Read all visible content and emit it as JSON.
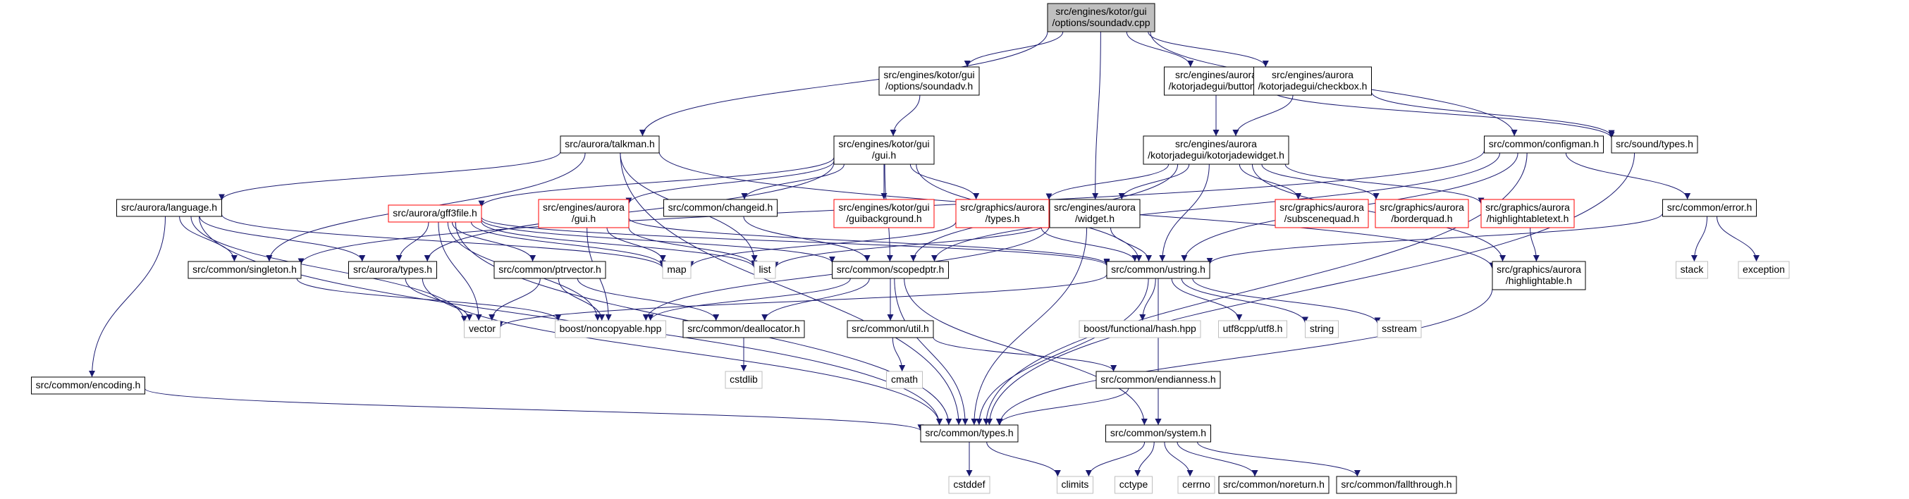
{
  "colors": {
    "edge": "#191970",
    "root_fill": "#bfbfbf",
    "border_normal": "#000000",
    "border_incomplete": "#ff0000",
    "border_external": "#bfbfbf"
  },
  "nodes": [
    {
      "id": "soundadv_cpp",
      "lines": [
        "src/engines/kotor/gui",
        "/options/soundadv.cpp"
      ],
      "kind": "root"
    },
    {
      "id": "soundadv_h",
      "lines": [
        "src/engines/kotor/gui",
        "/options/soundadv.h"
      ],
      "kind": "normal"
    },
    {
      "id": "button_h",
      "lines": [
        "src/engines/aurora",
        "/kotorjadegui/button.h"
      ],
      "kind": "normal"
    },
    {
      "id": "checkbox_h",
      "lines": [
        "src/engines/aurora",
        "/kotorjadegui/checkbox.h"
      ],
      "kind": "normal"
    },
    {
      "id": "talkman_h",
      "lines": [
        "src/aurora/talkman.h"
      ],
      "kind": "normal"
    },
    {
      "id": "kotor_gui_h",
      "lines": [
        "src/engines/kotor/gui",
        "/gui.h"
      ],
      "kind": "normal"
    },
    {
      "id": "kotorjadewidget_h",
      "lines": [
        "src/engines/aurora",
        "/kotorjadegui/kotorjadewidget.h"
      ],
      "kind": "normal"
    },
    {
      "id": "configman_h",
      "lines": [
        "src/common/configman.h"
      ],
      "kind": "normal"
    },
    {
      "id": "sound_types_h",
      "lines": [
        "src/sound/types.h"
      ],
      "kind": "normal"
    },
    {
      "id": "language_h",
      "lines": [
        "src/aurora/language.h"
      ],
      "kind": "normal"
    },
    {
      "id": "gff3file_h",
      "lines": [
        "src/aurora/gff3file.h"
      ],
      "kind": "incomplete"
    },
    {
      "id": "aurora_gui_h",
      "lines": [
        "src/engines/aurora",
        "/gui.h"
      ],
      "kind": "incomplete"
    },
    {
      "id": "changeid_h",
      "lines": [
        "src/common/changeid.h"
      ],
      "kind": "normal"
    },
    {
      "id": "guibackground_h",
      "lines": [
        "src/engines/kotor/gui",
        "/guibackground.h"
      ],
      "kind": "incomplete"
    },
    {
      "id": "graphics_types_h",
      "lines": [
        "src/graphics/aurora",
        "/types.h"
      ],
      "kind": "incomplete"
    },
    {
      "id": "widget_h",
      "lines": [
        "src/engines/aurora",
        "/widget.h"
      ],
      "kind": "normal"
    },
    {
      "id": "subscenequad_h",
      "lines": [
        "src/graphics/aurora",
        "/subscenequad.h"
      ],
      "kind": "incomplete"
    },
    {
      "id": "borderquad_h",
      "lines": [
        "src/graphics/aurora",
        "/borderquad.h"
      ],
      "kind": "incomplete"
    },
    {
      "id": "highlightabletext_h",
      "lines": [
        "src/graphics/aurora",
        "/highlightabletext.h"
      ],
      "kind": "incomplete"
    },
    {
      "id": "error_h",
      "lines": [
        "src/common/error.h"
      ],
      "kind": "normal"
    },
    {
      "id": "singleton_h",
      "lines": [
        "src/common/singleton.h"
      ],
      "kind": "normal"
    },
    {
      "id": "aurora_types_h",
      "lines": [
        "src/aurora/types.h"
      ],
      "kind": "normal"
    },
    {
      "id": "map",
      "lines": [
        "map"
      ],
      "kind": "external"
    },
    {
      "id": "list",
      "lines": [
        "list"
      ],
      "kind": "external"
    },
    {
      "id": "ptrvector_h",
      "lines": [
        "src/common/ptrvector.h"
      ],
      "kind": "normal"
    },
    {
      "id": "scopedptr_h",
      "lines": [
        "src/common/scopedptr.h"
      ],
      "kind": "normal"
    },
    {
      "id": "ustring_h",
      "lines": [
        "src/common/ustring.h"
      ],
      "kind": "normal"
    },
    {
      "id": "highlightable_h",
      "lines": [
        "src/graphics/aurora",
        "/highlightable.h"
      ],
      "kind": "normal"
    },
    {
      "id": "stack",
      "lines": [
        "stack"
      ],
      "kind": "external"
    },
    {
      "id": "exception",
      "lines": [
        "exception"
      ],
      "kind": "external"
    },
    {
      "id": "vector",
      "lines": [
        "vector"
      ],
      "kind": "external"
    },
    {
      "id": "noncopyable_hpp",
      "lines": [
        "boost/noncopyable.hpp"
      ],
      "kind": "external"
    },
    {
      "id": "deallocator_h",
      "lines": [
        "src/common/deallocator.h"
      ],
      "kind": "normal"
    },
    {
      "id": "util_h",
      "lines": [
        "src/common/util.h"
      ],
      "kind": "normal"
    },
    {
      "id": "hash_hpp",
      "lines": [
        "boost/functional/hash.hpp"
      ],
      "kind": "external"
    },
    {
      "id": "utf8_h",
      "lines": [
        "utf8cpp/utf8.h"
      ],
      "kind": "external"
    },
    {
      "id": "string",
      "lines": [
        "string"
      ],
      "kind": "external"
    },
    {
      "id": "sstream",
      "lines": [
        "sstream"
      ],
      "kind": "external"
    },
    {
      "id": "encoding_h",
      "lines": [
        "src/common/encoding.h"
      ],
      "kind": "normal"
    },
    {
      "id": "cstdlib",
      "lines": [
        "cstdlib"
      ],
      "kind": "external"
    },
    {
      "id": "cmath",
      "lines": [
        "cmath"
      ],
      "kind": "external"
    },
    {
      "id": "endianness_h",
      "lines": [
        "src/common/endianness.h"
      ],
      "kind": "normal"
    },
    {
      "id": "common_types_h",
      "lines": [
        "src/common/types.h"
      ],
      "kind": "normal"
    },
    {
      "id": "system_h",
      "lines": [
        "src/common/system.h"
      ],
      "kind": "normal"
    },
    {
      "id": "cstddef",
      "lines": [
        "cstddef"
      ],
      "kind": "external"
    },
    {
      "id": "climits",
      "lines": [
        "climits"
      ],
      "kind": "external"
    },
    {
      "id": "cctype",
      "lines": [
        "cctype"
      ],
      "kind": "external"
    },
    {
      "id": "cerrno",
      "lines": [
        "cerrno"
      ],
      "kind": "external"
    },
    {
      "id": "noreturn_h",
      "lines": [
        "src/common/noreturn.h"
      ],
      "kind": "normal"
    },
    {
      "id": "fallthrough_h",
      "lines": [
        "src/common/fallthrough.h"
      ],
      "kind": "normal"
    }
  ],
  "edges": [
    [
      "soundadv_cpp",
      "soundadv_h"
    ],
    [
      "soundadv_cpp",
      "talkman_h"
    ],
    [
      "soundadv_cpp",
      "button_h"
    ],
    [
      "soundadv_cpp",
      "checkbox_h"
    ],
    [
      "soundadv_cpp",
      "configman_h"
    ],
    [
      "soundadv_cpp",
      "widget_h"
    ],
    [
      "soundadv_h",
      "kotor_gui_h"
    ],
    [
      "button_h",
      "kotorjadewidget_h"
    ],
    [
      "button_h",
      "sound_types_h"
    ],
    [
      "checkbox_h",
      "kotorjadewidget_h"
    ],
    [
      "checkbox_h",
      "sound_types_h"
    ],
    [
      "talkman_h",
      "language_h"
    ],
    [
      "talkman_h",
      "singleton_h"
    ],
    [
      "talkman_h",
      "list"
    ],
    [
      "talkman_h",
      "common_types_h"
    ],
    [
      "talkman_h",
      "highlightable_h"
    ],
    [
      "kotor_gui_h",
      "gff3file_h"
    ],
    [
      "kotor_gui_h",
      "aurora_gui_h"
    ],
    [
      "kotor_gui_h",
      "changeid_h"
    ],
    [
      "kotor_gui_h",
      "guibackground_h"
    ],
    [
      "kotor_gui_h",
      "graphics_types_h"
    ],
    [
      "kotor_gui_h",
      "scopedptr_h"
    ],
    [
      "kotor_gui_h",
      "ustring_h"
    ],
    [
      "kotor_gui_h",
      "aurora_types_h"
    ],
    [
      "kotorjadewidget_h",
      "graphics_types_h"
    ],
    [
      "kotorjadewidget_h",
      "widget_h"
    ],
    [
      "kotorjadewidget_h",
      "subscenequad_h"
    ],
    [
      "kotorjadewidget_h",
      "borderquad_h"
    ],
    [
      "kotorjadewidget_h",
      "highlightabletext_h"
    ],
    [
      "kotorjadewidget_h",
      "highlightable_h"
    ],
    [
      "kotorjadewidget_h",
      "scopedptr_h"
    ],
    [
      "kotorjadewidget_h",
      "ustring_h"
    ],
    [
      "configman_h",
      "error_h"
    ],
    [
      "configman_h",
      "singleton_h"
    ],
    [
      "configman_h",
      "scopedptr_h"
    ],
    [
      "configman_h",
      "ustring_h"
    ],
    [
      "configman_h",
      "common_types_h"
    ],
    [
      "sound_types_h",
      "common_types_h"
    ],
    [
      "language_h",
      "singleton_h"
    ],
    [
      "language_h",
      "aurora_types_h"
    ],
    [
      "language_h",
      "map"
    ],
    [
      "language_h",
      "vector"
    ],
    [
      "language_h",
      "encoding_h"
    ],
    [
      "language_h",
      "common_types_h"
    ],
    [
      "gff3file_h",
      "aurora_types_h"
    ],
    [
      "gff3file_h",
      "map"
    ],
    [
      "gff3file_h",
      "list"
    ],
    [
      "gff3file_h",
      "ptrvector_h"
    ],
    [
      "gff3file_h",
      "scopedptr_h"
    ],
    [
      "gff3file_h",
      "ustring_h"
    ],
    [
      "gff3file_h",
      "vector"
    ],
    [
      "gff3file_h",
      "noncopyable_hpp"
    ],
    [
      "gff3file_h",
      "common_types_h"
    ],
    [
      "aurora_gui_h",
      "map"
    ],
    [
      "aurora_gui_h",
      "list"
    ],
    [
      "aurora_gui_h",
      "noncopyable_hpp"
    ],
    [
      "aurora_gui_h",
      "ustring_h"
    ],
    [
      "changeid_h",
      "scopedptr_h"
    ],
    [
      "graphics_types_h",
      "map"
    ],
    [
      "graphics_types_h",
      "ustring_h"
    ],
    [
      "widget_h",
      "list"
    ],
    [
      "widget_h",
      "noncopyable_hpp"
    ],
    [
      "widget_h",
      "ustring_h"
    ],
    [
      "widget_h",
      "common_types_h"
    ],
    [
      "highlightabletext_h",
      "highlightable_h"
    ],
    [
      "error_h",
      "stack"
    ],
    [
      "error_h",
      "exception"
    ],
    [
      "error_h",
      "ustring_h"
    ],
    [
      "singleton_h",
      "noncopyable_hpp"
    ],
    [
      "aurora_types_h",
      "vector"
    ],
    [
      "aurora_types_h",
      "common_types_h"
    ],
    [
      "ptrvector_h",
      "vector"
    ],
    [
      "ptrvector_h",
      "noncopyable_hpp"
    ],
    [
      "ptrvector_h",
      "deallocator_h"
    ],
    [
      "scopedptr_h",
      "noncopyable_hpp"
    ],
    [
      "scopedptr_h",
      "deallocator_h"
    ],
    [
      "scopedptr_h",
      "util_h"
    ],
    [
      "scopedptr_h",
      "common_types_h"
    ],
    [
      "scopedptr_h",
      "system_h"
    ],
    [
      "ustring_h",
      "vector"
    ],
    [
      "ustring_h",
      "hash_hpp"
    ],
    [
      "ustring_h",
      "utf8_h"
    ],
    [
      "ustring_h",
      "string"
    ],
    [
      "ustring_h",
      "sstream"
    ],
    [
      "ustring_h",
      "common_types_h"
    ],
    [
      "ustring_h",
      "system_h"
    ],
    [
      "highlightable_h",
      "common_types_h"
    ],
    [
      "deallocator_h",
      "cstdlib"
    ],
    [
      "util_h",
      "cmath"
    ],
    [
      "util_h",
      "endianness_h"
    ],
    [
      "endianness_h",
      "common_types_h"
    ],
    [
      "endianness_h",
      "system_h"
    ],
    [
      "encoding_h",
      "common_types_h"
    ],
    [
      "common_types_h",
      "cstddef"
    ],
    [
      "common_types_h",
      "climits"
    ],
    [
      "system_h",
      "climits"
    ],
    [
      "system_h",
      "cctype"
    ],
    [
      "system_h",
      "cerrno"
    ],
    [
      "system_h",
      "noreturn_h"
    ],
    [
      "system_h",
      "fallthrough_h"
    ]
  ]
}
